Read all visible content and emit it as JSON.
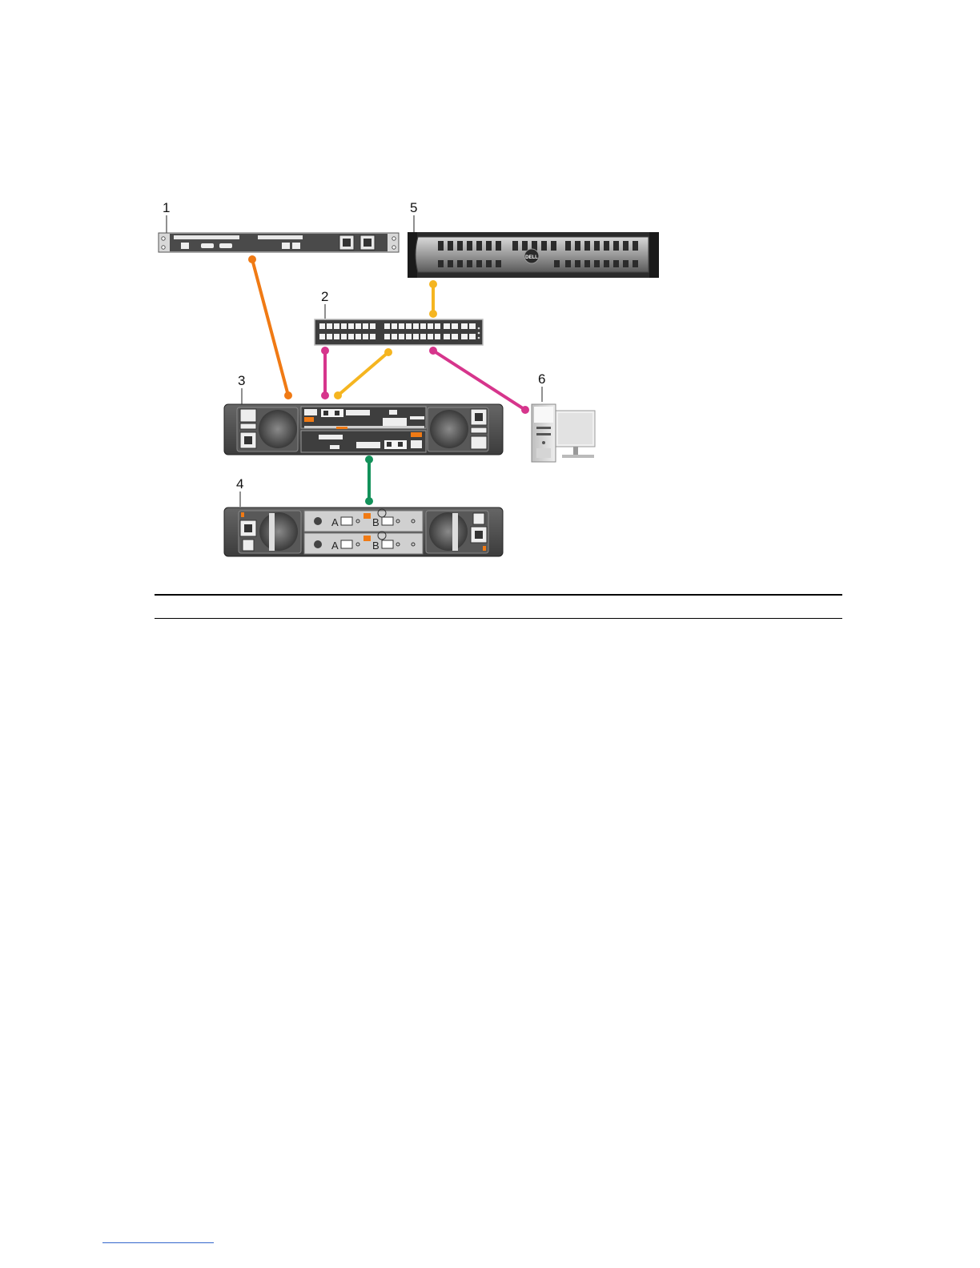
{
  "diagram": {
    "callouts": {
      "c1": "1",
      "c2": "2",
      "c3": "3",
      "c4": "4",
      "c5": "5",
      "c6": "6"
    },
    "brand_logo": "DELL",
    "enclosure_ports": {
      "top_a": "A",
      "top_b": "B",
      "bottom_a": "A",
      "bottom_b": "B"
    },
    "cable_colors": {
      "orange": "#f07a14",
      "yellow": "#f5b520",
      "magenta": "#d6358c",
      "green": "#13915a"
    }
  }
}
